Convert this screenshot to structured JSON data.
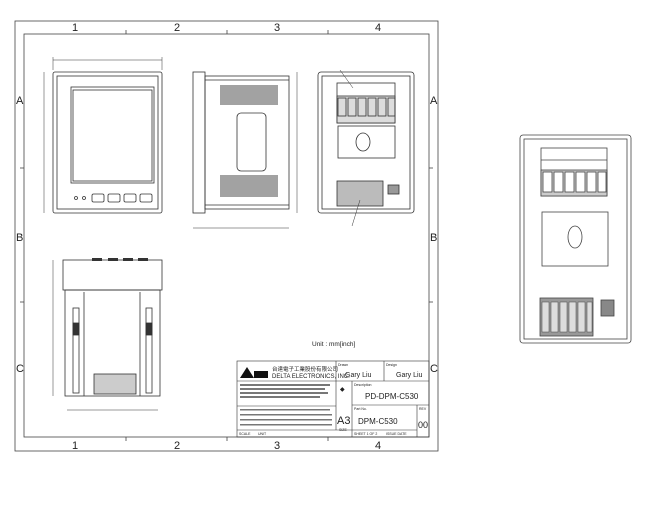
{
  "drawing": {
    "columns": [
      "1",
      "2",
      "3",
      "4"
    ],
    "rows": [
      "A",
      "B",
      "C"
    ],
    "unit_note": "Unit : mm[inch]",
    "title_block": {
      "company_cn": "台達電子工業股份有限公司",
      "company_en": "DELTA ELECTRONICS, INC.",
      "drawn_label": "Drawn",
      "drawn_by": "Gary Liu",
      "design_label": "Design",
      "design_by": "Gary Liu",
      "description_label": "Description",
      "description": "PD-DPM-C530",
      "part_no_label": "Part No.",
      "part_no": "DPM-C530",
      "size": "A3",
      "size_label": "SIZE",
      "rev_label": "REV",
      "rev": "00",
      "sheet": "SHEET 1 OF 2",
      "issue_date_label": "ISSUE DATE",
      "scale_label": "SCALE",
      "unit_label": "UNIT"
    }
  }
}
